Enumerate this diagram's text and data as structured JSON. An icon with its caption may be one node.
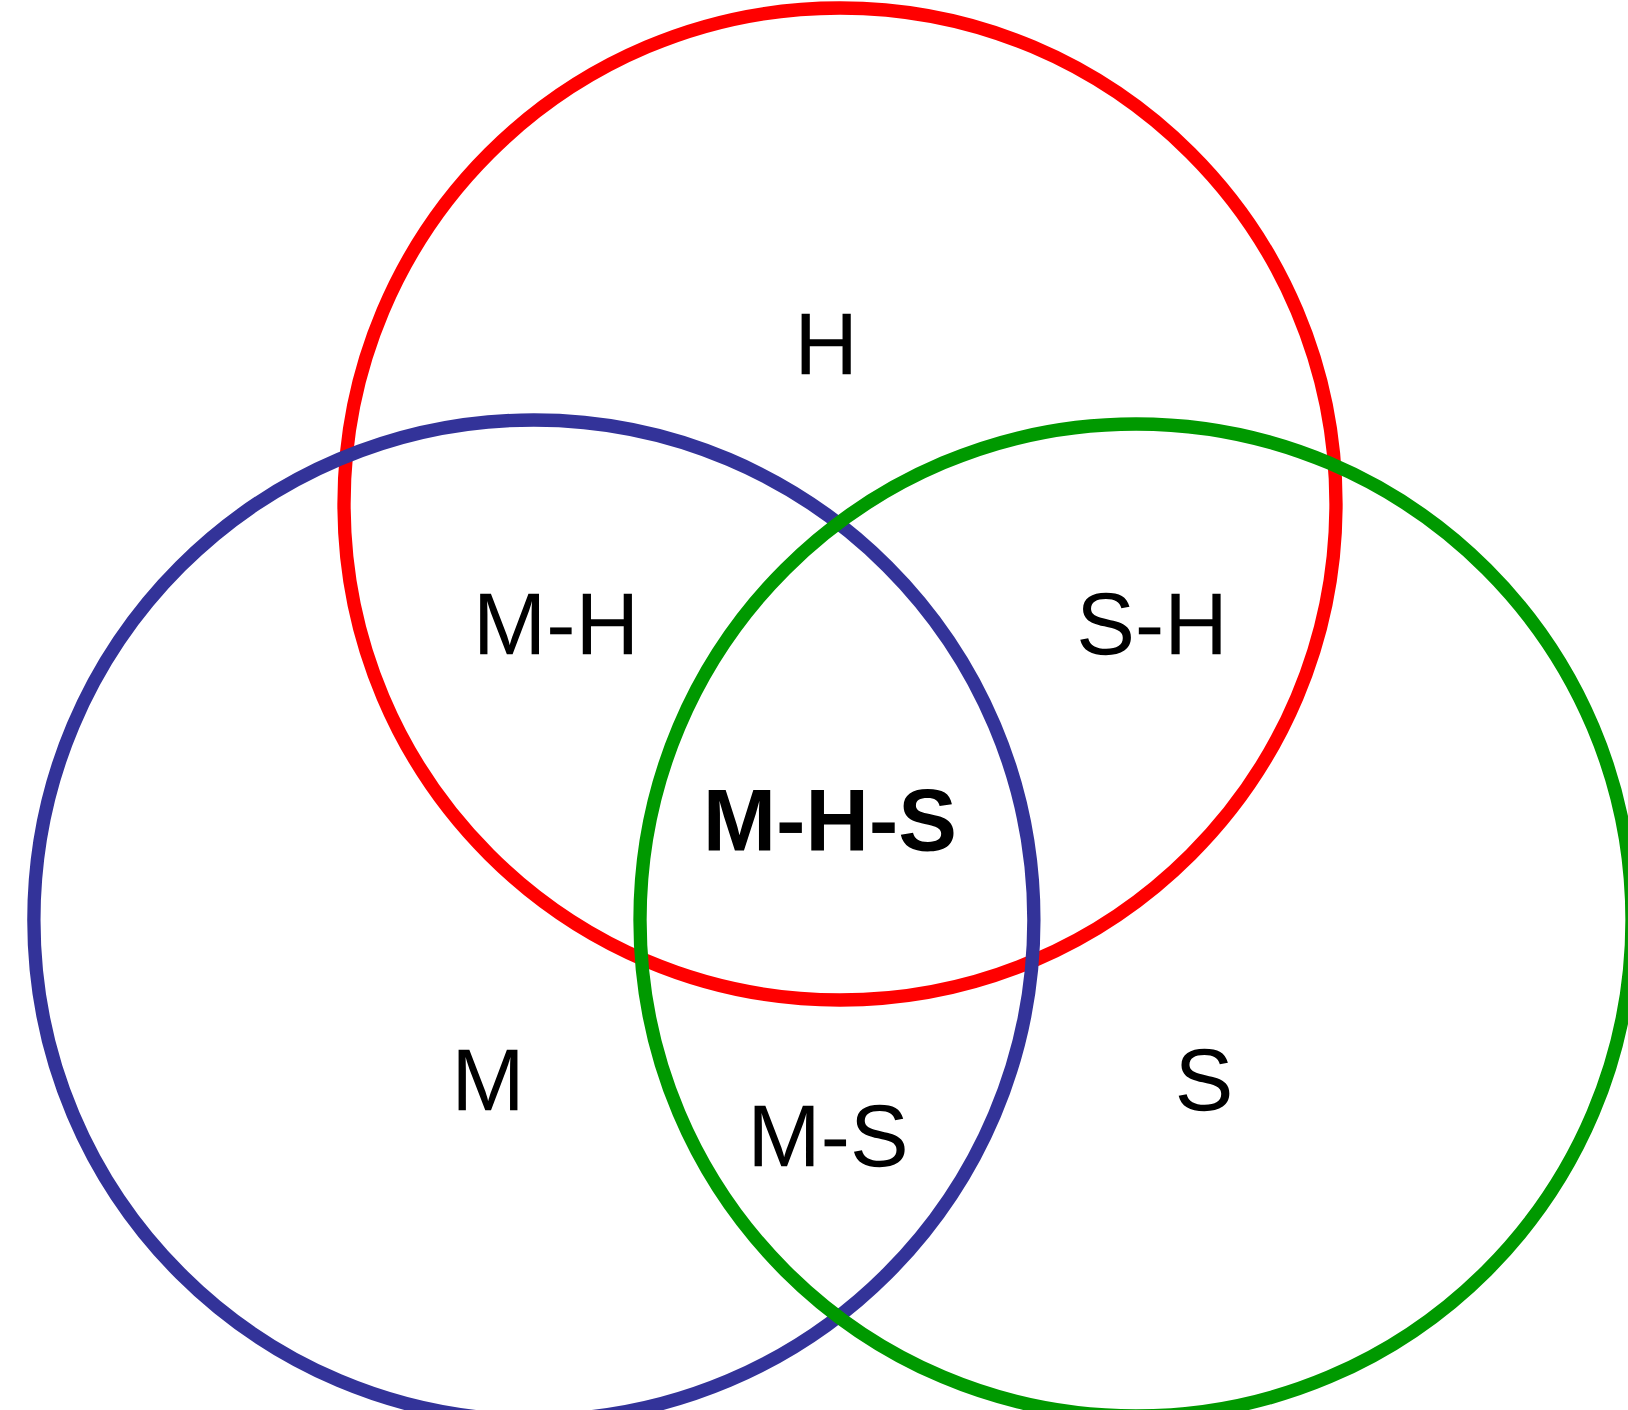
{
  "diagram": {
    "nodes": [
      {
        "text": [
          "H"
        ]
      },
      {
        "text": [
          "M"
        ]
      },
      {
        "text": [
          "S"
        ]
      }
    ],
    "labels": [
      "M-H",
      "S-H",
      "M-H-S",
      "M-S"
    ]
  }
}
